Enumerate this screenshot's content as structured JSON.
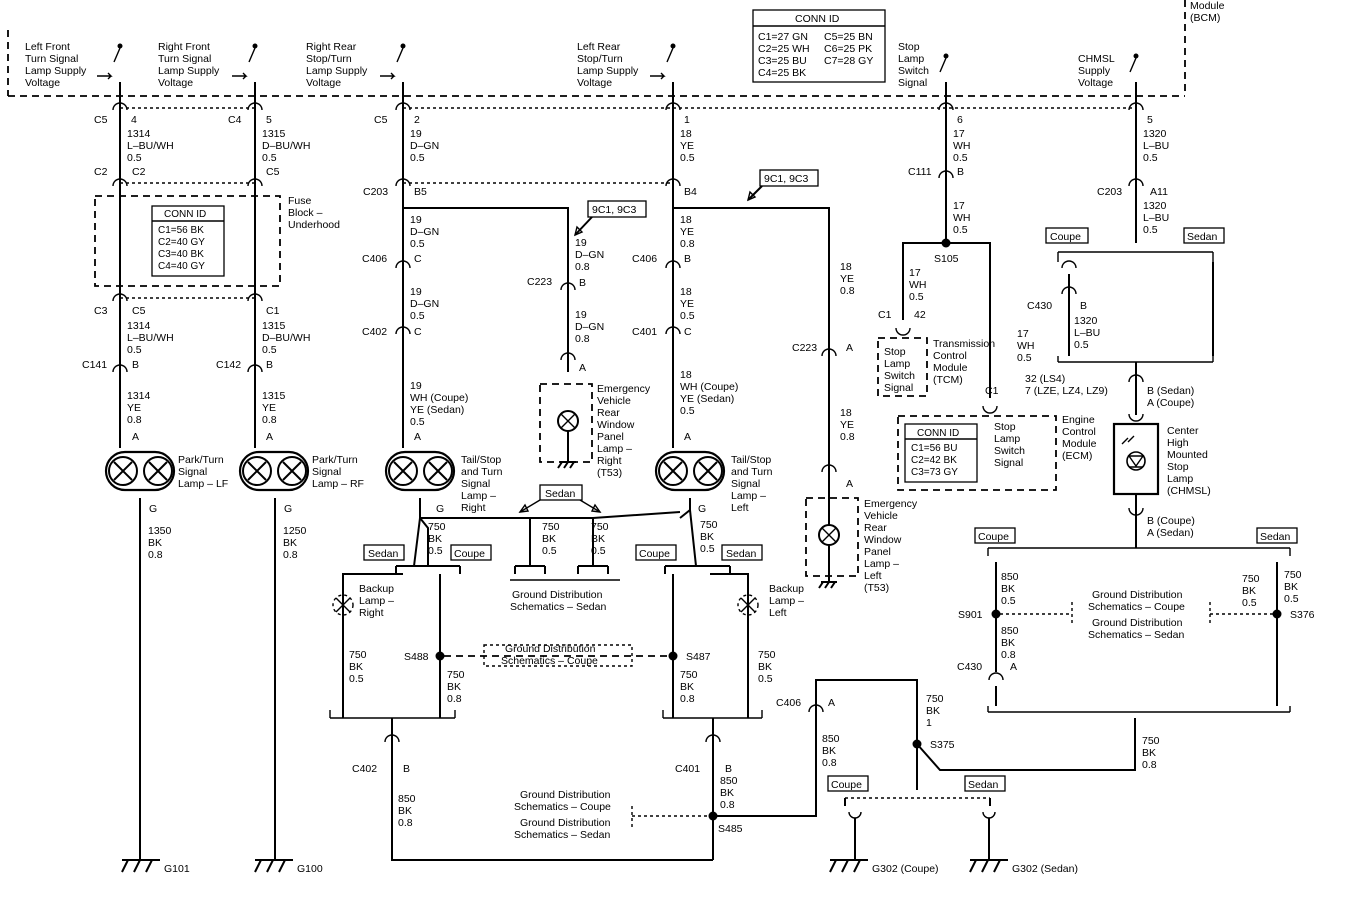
{
  "module": {
    "line1": "Module",
    "line2": "(BCM)"
  },
  "bcm_conn": {
    "title": "CONN ID",
    "left": [
      "C1=27 GN",
      "C2=25 WH",
      "C3=25 BU",
      "C4=25 BK"
    ],
    "right": [
      "C5=25 BN",
      "C6=25 PK",
      "C7=28 GY"
    ]
  },
  "fuse_conn": {
    "title": "CONN ID",
    "rows": [
      "C1=56 BK",
      "C2=40 GY",
      "C3=40 BK",
      "C4=40 GY"
    ]
  },
  "ecm_conn": {
    "title": "CONN ID",
    "rows": [
      "C1=56 BU",
      "C2=42 BK",
      "C3=73 GY"
    ]
  },
  "signals": {
    "lf": [
      "Left Front",
      "Turn Signal",
      "Lamp Supply",
      "Voltage"
    ],
    "rf": [
      "Right Front",
      "Turn Signal",
      "Lamp Supply",
      "Voltage"
    ],
    "rr": [
      "Right Rear",
      "Stop/Turn",
      "Lamp Supply",
      "Voltage"
    ],
    "lr": [
      "Left Rear",
      "Stop/Turn",
      "Lamp Supply",
      "Voltage"
    ],
    "stop": [
      "Stop",
      "Lamp",
      "Switch",
      "Signal"
    ],
    "chmsl": [
      "CHMSL",
      "Supply",
      "Voltage"
    ]
  },
  "fuse_block": [
    "Fuse",
    "Block –",
    "Underhood"
  ],
  "conn_labels": {
    "c5": "C5",
    "c4": "C4",
    "c2": "C2",
    "c3": "C3",
    "c1": "C1",
    "c141": "C141",
    "c142": "C142",
    "c203": "C203",
    "c406": "C406",
    "c402": "C402",
    "c401": "C401",
    "c223": "C223",
    "c111": "C111",
    "c430": "C430",
    "s105": "S105",
    "s488": "S488",
    "s487": "S487",
    "s485": "S485",
    "s375": "S375",
    "s901": "S901",
    "s376": "S376"
  },
  "pins": {
    "p4": "4",
    "p5": "5",
    "p2": "2",
    "p1": "1",
    "p6": "6",
    "pA": "A",
    "pB": "B",
    "pC": "C",
    "pG": "G",
    "p42": "42",
    "pA11": "A11",
    "pB5": "B5",
    "pB4": "B4"
  },
  "wires": {
    "w1314a": [
      "1314",
      "L–BU/WH",
      "0.5"
    ],
    "w1315a": [
      "1315",
      "D–BU/WH",
      "0.5"
    ],
    "w1314y": [
      "1314",
      "YE",
      "0.8"
    ],
    "w1315y": [
      "1315",
      "YE",
      "0.8"
    ],
    "w19dgn": [
      "19",
      "D–GN",
      "0.5"
    ],
    "w19dgn8": [
      "19",
      "D–GN",
      "0.8"
    ],
    "w18ye": [
      "18",
      "YE",
      "0.5"
    ],
    "w18ye8": [
      "18",
      "YE",
      "0.8"
    ],
    "w17wh": [
      "17",
      "WH",
      "0.5"
    ],
    "w1320": [
      "1320",
      "L–BU",
      "0.5"
    ],
    "wwhye": [
      "19",
      "WH (Coupe)",
      "YE (Sedan)",
      "0.5"
    ],
    "wwhye18": [
      "18",
      "WH (Coupe)",
      "YE (Sedan)",
      "0.5"
    ],
    "w1350": [
      "1350",
      "BK",
      "0.8"
    ],
    "w1250": [
      "1250",
      "BK",
      "0.8"
    ],
    "w750": [
      "750",
      "BK",
      "0.5"
    ],
    "w750_8": [
      "750",
      "BK",
      "0.8"
    ],
    "w750_1": [
      "750",
      "BK",
      "1"
    ],
    "w850_5": [
      "850",
      "BK",
      "0.5"
    ],
    "w850_8": [
      "850",
      "BK",
      "0.8"
    ]
  },
  "refs": {
    "r9c": "9C1, 9C3"
  },
  "lamps": {
    "lf": [
      "Park/Turn",
      "Signal",
      "Lamp – LF"
    ],
    "rf": [
      "Park/Turn",
      "Signal",
      "Lamp – RF"
    ],
    "rr": [
      "Tail/Stop",
      "and Turn",
      "Signal",
      "Lamp –",
      "Right"
    ],
    "lr": [
      "Tail/Stop",
      "and Turn",
      "Signal",
      "Lamp –",
      "Left"
    ],
    "ev_r": [
      "Emergency",
      "Vehicle",
      "Rear",
      "Window",
      "Panel",
      "Lamp –",
      "Right",
      "(T53)"
    ],
    "ev_l": [
      "Emergency",
      "Vehicle",
      "Rear",
      "Window",
      "Panel",
      "Lamp –",
      "Left",
      "(T53)"
    ],
    "bk_r": [
      "Backup",
      "Lamp –",
      "Right"
    ],
    "bk_l": [
      "Backup",
      "Lamp –",
      "Left"
    ],
    "chmsl": [
      "Center",
      "High",
      "Mounted",
      "Stop",
      "Lamp",
      "(CHMSL)"
    ]
  },
  "modules": {
    "tcm": [
      "Transmission",
      "Control",
      "Module",
      "(TCM)"
    ],
    "tcm_in": [
      "Stop",
      "Lamp",
      "Switch",
      "Signal"
    ],
    "ecm": [
      "Engine",
      "Control",
      "Module",
      "(ECM)"
    ],
    "ecm_in": [
      "Stop",
      "Lamp",
      "Switch",
      "Signal"
    ],
    "ecm_pins": [
      "32 (LS4)",
      "7 (LZE, LZ4, LZ9)"
    ]
  },
  "variants": {
    "coupe": "Coupe",
    "sedan": "Sedan"
  },
  "chmsl_pins": {
    "top": [
      "B (Sedan)",
      "A (Coupe)"
    ],
    "bottom": [
      "B (Coupe)",
      "A (Sedan)"
    ]
  },
  "ground_dist": {
    "sedan": [
      "Ground Distribution",
      "Schematics – Sedan"
    ],
    "coupe": [
      "Ground Distribution",
      "Schematics – Coupe"
    ]
  },
  "grounds": {
    "g101": "G101",
    "g100": "G100",
    "g302c": "G302 (Coupe)",
    "g302s": "G302 (Sedan)"
  }
}
